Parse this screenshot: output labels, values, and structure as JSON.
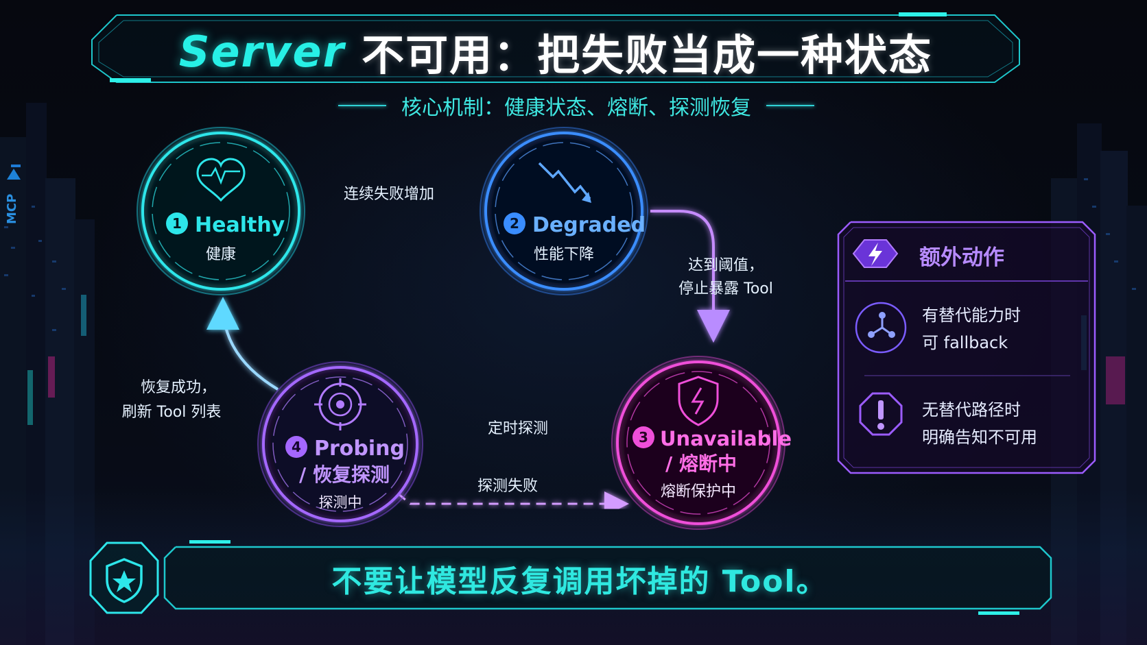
{
  "title": {
    "part1": "Server",
    "part2": "不可用：把失败当成一种状态"
  },
  "subtitle": "核心机制：健康状态、熔断、探测恢复",
  "states": [
    {
      "num": "1",
      "name": "Healthy",
      "name2": "",
      "desc": "健康",
      "icon": "heart-pulse-icon",
      "color": "#2de6ea"
    },
    {
      "num": "2",
      "name": "Degraded",
      "name2": "",
      "desc": "性能下降",
      "icon": "trend-down-icon",
      "color": "#3a8dff"
    },
    {
      "num": "3",
      "name": "Unavailable",
      "name2": "/ 熔断中",
      "desc": "熔断保护中",
      "icon": "shield-bolt-icon",
      "color": "#ef4fd9"
    },
    {
      "num": "4",
      "name": "Probing",
      "name2": "/ 恢复探测",
      "desc": "探测中",
      "icon": "target-icon",
      "color": "#a467ff"
    }
  ],
  "transitions": {
    "healthy_to_degraded": "连续失败增加",
    "degraded_to_unavailable": [
      "达到阈值，",
      "停止暴露 Tool"
    ],
    "unavailable_to_probing": "定时探测",
    "probing_to_unavailable": "探测失败",
    "probing_to_healthy": [
      "恢复成功，",
      "刷新 Tool 列表"
    ]
  },
  "extra_panel": {
    "title": "额外动作",
    "title_icon": "lightning-icon",
    "items": [
      {
        "icon": "branch-fallback-icon",
        "lines": [
          "有替代能力时",
          "可 fallback"
        ]
      },
      {
        "icon": "alert-octagon-icon",
        "lines": [
          "无替代路径时",
          "明确告知不可用"
        ]
      }
    ]
  },
  "banner": {
    "text": "不要让模型反复调用坏掉的 Tool。",
    "icon": "shield-star-icon"
  },
  "side_label": "MCP",
  "colors": {
    "cyan": "#2de6ea",
    "blue": "#3a8dff",
    "magenta": "#ef4fd9",
    "purple": "#a467ff",
    "panel": "#9c5cff"
  }
}
